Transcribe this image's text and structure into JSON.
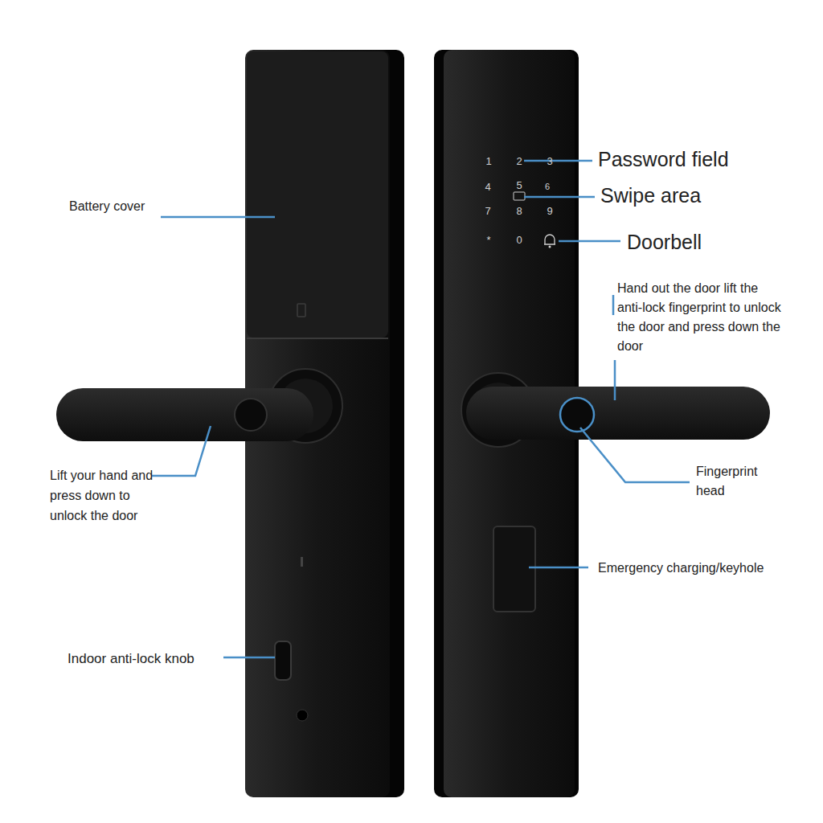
{
  "diagram": {
    "labels": [
      "Battery cover",
      "Lift your hand and press down to unlock the door",
      "Indoor anti-lock knob",
      "Password field",
      "Swipe area",
      "Doorbell",
      "Hand out the door lift the anti-lock fingerprint to unlock the door and press down the door",
      "Fingerprint head",
      "Emergency charging/keyhole",
      "1",
      "2",
      "3",
      "4",
      "5",
      "6",
      "7",
      "8",
      "9",
      "*",
      "0"
    ]
  }
}
